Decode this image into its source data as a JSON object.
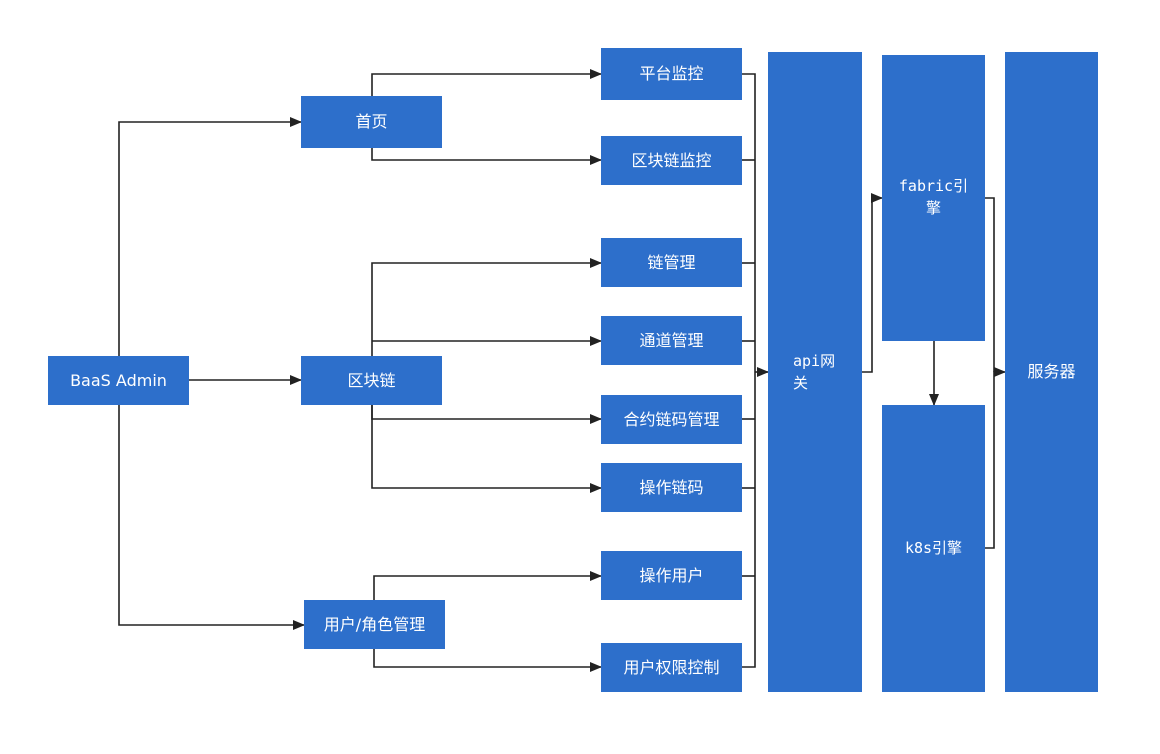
{
  "diagram": {
    "colors": {
      "node": "#2d6fcb",
      "node_text": "#ffffff",
      "edge": "#222222",
      "background": "#ffffff"
    },
    "nodes": {
      "root": "BaaS Admin",
      "home": "首页",
      "chain": "区块链",
      "user_role": "用户/角色管理",
      "platform_monitor": "平台监控",
      "chain_monitor": "区块链监控",
      "chain_manage": "链管理",
      "channel_manage": "通道管理",
      "contract_manage": "合约链码管理",
      "chaincode_ops": "操作链码",
      "user_ops": "操作用户",
      "permission": "用户权限控制",
      "gateway": "api网关",
      "fabric": "fabric引擎",
      "k8s": "k8s引擎",
      "server": "服务器"
    },
    "edges": [
      {
        "from": "root",
        "to": "home"
      },
      {
        "from": "root",
        "to": "chain"
      },
      {
        "from": "root",
        "to": "user_role"
      },
      {
        "from": "home",
        "to": "platform_monitor"
      },
      {
        "from": "home",
        "to": "chain_monitor"
      },
      {
        "from": "chain",
        "to": "chain_manage"
      },
      {
        "from": "chain",
        "to": "channel_manage"
      },
      {
        "from": "chain",
        "to": "contract_manage"
      },
      {
        "from": "chain",
        "to": "chaincode_ops"
      },
      {
        "from": "user_role",
        "to": "user_ops"
      },
      {
        "from": "user_role",
        "to": "permission"
      },
      {
        "from": "platform_monitor",
        "to": "gateway"
      },
      {
        "from": "chain_monitor",
        "to": "gateway"
      },
      {
        "from": "chain_manage",
        "to": "gateway"
      },
      {
        "from": "channel_manage",
        "to": "gateway"
      },
      {
        "from": "contract_manage",
        "to": "gateway"
      },
      {
        "from": "chaincode_ops",
        "to": "gateway"
      },
      {
        "from": "user_ops",
        "to": "gateway"
      },
      {
        "from": "permission",
        "to": "gateway"
      },
      {
        "from": "gateway",
        "to": "fabric"
      },
      {
        "from": "fabric",
        "to": "k8s"
      },
      {
        "from": "fabric",
        "to": "server"
      },
      {
        "from": "k8s",
        "to": "server"
      }
    ]
  }
}
